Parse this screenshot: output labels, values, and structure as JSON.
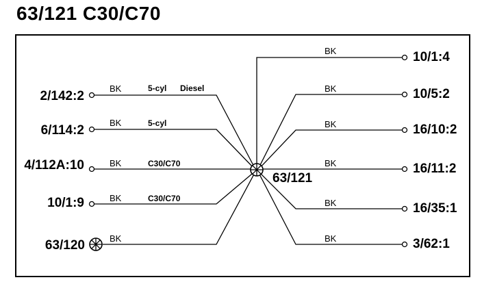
{
  "title": "63/121 C30/C70",
  "center": {
    "label": "63/121"
  },
  "left_terminals": [
    {
      "label": "2/142:2",
      "color": "BK",
      "note1": "5-cyl",
      "note2": "Diesel"
    },
    {
      "label": "6/114:2",
      "color": "BK",
      "note1": "5-cyl",
      "note2": ""
    },
    {
      "label": "4/112A:10",
      "color": "BK",
      "note1": "C30/C70",
      "note2": ""
    },
    {
      "label": "10/1:9",
      "color": "BK",
      "note1": "C30/C70",
      "note2": ""
    },
    {
      "label": "63/120",
      "color": "BK",
      "note1": "",
      "note2": ""
    }
  ],
  "right_terminals": [
    {
      "label": "10/1:4",
      "color": "BK"
    },
    {
      "label": "10/5:2",
      "color": "BK"
    },
    {
      "label": "16/10:2",
      "color": "BK"
    },
    {
      "label": "16/11:2",
      "color": "BK"
    },
    {
      "label": "16/35:1",
      "color": "BK"
    },
    {
      "label": "3/62:1",
      "color": "BK"
    }
  ]
}
